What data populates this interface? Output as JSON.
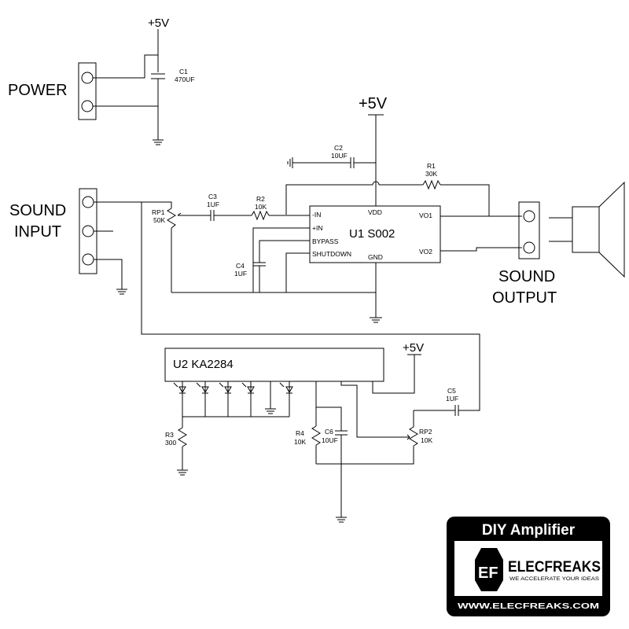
{
  "power": {
    "label": "POWER",
    "supply": "+5V",
    "c1_ref": "C1",
    "c1_val": "470UF"
  },
  "input": {
    "label_line1": "SOUND",
    "label_line2": "INPUT"
  },
  "output": {
    "label_line1": "SOUND",
    "label_line2": "OUTPUT"
  },
  "u1": {
    "name": "U1 S002",
    "supply": "+5V",
    "pins": {
      "in_neg": "-IN",
      "in_pos": "+IN",
      "bypass": "BYPASS",
      "shutdown": "SHUTDOWN",
      "vdd": "VDD",
      "gnd": "GND",
      "vo1": "VO1",
      "vo2": "VO2"
    }
  },
  "components": {
    "c2_ref": "C2",
    "c2_val": "10UF",
    "r1_ref": "R1",
    "r1_val": "30K",
    "c3_ref": "C3",
    "c3_val": "1UF",
    "r2_ref": "R2",
    "r2_val": "10K",
    "rp1_ref": "RP1",
    "rp1_val": "50K",
    "c4_ref": "C4",
    "c4_val": "1UF",
    "r3_ref": "R3",
    "r3_val": "300",
    "r4_ref": "R4",
    "r4_val": "10K",
    "c6_ref": "C6",
    "c6_val": "10UF",
    "rp2_ref": "RP2",
    "rp2_val": "10K",
    "c5_ref": "C5",
    "c5_val": "1UF"
  },
  "u2": {
    "name": "U2 KA2284",
    "supply": "+5V"
  },
  "logo": {
    "title": "DIY Amplifier",
    "brand": "ELECFREAKS",
    "tagline": "WE ACCELERATE YOUR IDEAS",
    "url": "WWW.ELECFREAKS.COM"
  }
}
